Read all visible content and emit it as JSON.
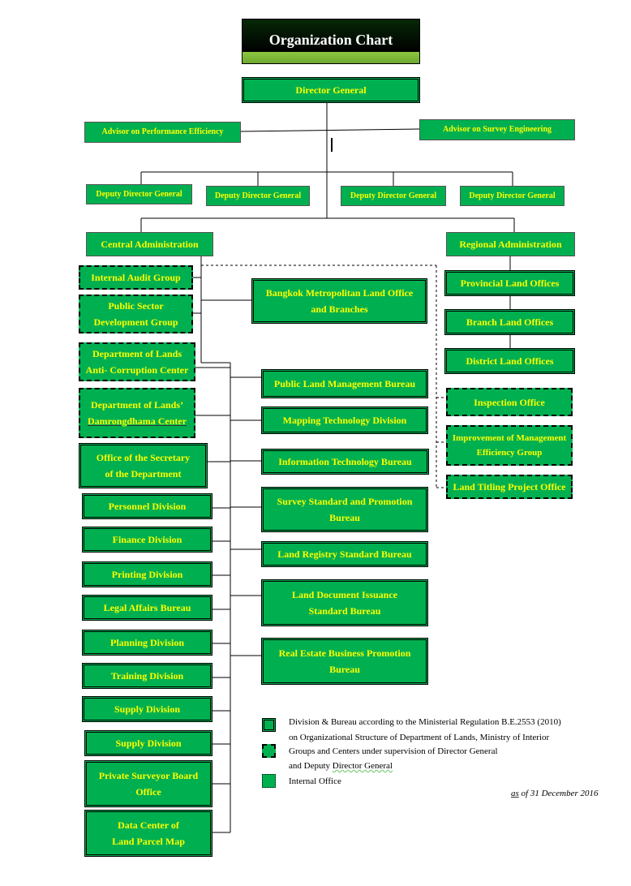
{
  "title": "Organization Chart",
  "director_general": "Director General",
  "advisors": {
    "performance": "Advisor on Performance Efficiency",
    "survey": "Advisor on Survey Engineering"
  },
  "deputies": [
    "Deputy Director General",
    "Deputy Director General",
    "Deputy Director General",
    "Deputy Director General"
  ],
  "central_administration": "Central Administration",
  "regional_administration": "Regional Administration",
  "left_units": {
    "internal_audit": "Internal Audit Group",
    "psdg_1": "Public Sector",
    "psdg_2": "Development Group",
    "anticorruption_1": "Department of Lands",
    "anticorruption_2": "Anti- Corruption Center",
    "damrong_1": "Department of Lands’",
    "damrong_2": "Damrongdhama Center",
    "secretary_1": "Office of the Secretary",
    "secretary_2": "of the Department",
    "personnel": "Personnel Division",
    "finance": "Finance Division",
    "printing": "Printing Division",
    "legal": "Legal Affairs Bureau",
    "planning": "Planning Division",
    "training": "Training Division",
    "supply_1": "Supply Division",
    "supply_2": "Supply Division",
    "private_1": "Private Surveyor Board",
    "private_2": "Office",
    "datacenter_1": "Data Center of",
    "datacenter_2": "Land Parcel Map"
  },
  "middle_units": {
    "bangkok_1": "Bangkok Metropolitan Land Office",
    "bangkok_2": "and Branches",
    "public_land": "Public Land Management Bureau",
    "mapping": "Mapping Technology Division",
    "it": "Information Technology Bureau",
    "survey_1": "Survey Standard and Promotion",
    "survey_2": "Bureau",
    "land_registry": "Land Registry Standard Bureau",
    "doc_issuance_1": "Land Document Issuance",
    "doc_issuance_2": "Standard Bureau",
    "real_estate_1": "Real Estate Business Promotion",
    "real_estate_2": "Bureau"
  },
  "regional_units": {
    "provincial": "Provincial Land Offices",
    "branch": "Branch Land Offices",
    "district": "District Land Offices",
    "inspection": "Inspection Office",
    "improvement_1": "Improvement of Management",
    "improvement_2": "Efficiency Group",
    "titling": "Land Titling Project Office"
  },
  "legend": {
    "division_1": "Division & Bureau according to the Ministerial Regulation B.E.2553 (2010)",
    "division_2": "on Organizational Structure of Department of Lands, Ministry of Interior",
    "groups_1": "Groups and Centers under supervision of Director General",
    "groups_2a": "and Deputy ",
    "groups_2b": "Director  General",
    "internal": "Internal Office"
  },
  "as_of_prefix": "as",
  "as_of_rest": " of 31 December 2016",
  "colors": {
    "box_fill": "#00b050",
    "box_text": "#ffff00",
    "title_bg": "#000000",
    "title_bar": "#8cc63f"
  }
}
